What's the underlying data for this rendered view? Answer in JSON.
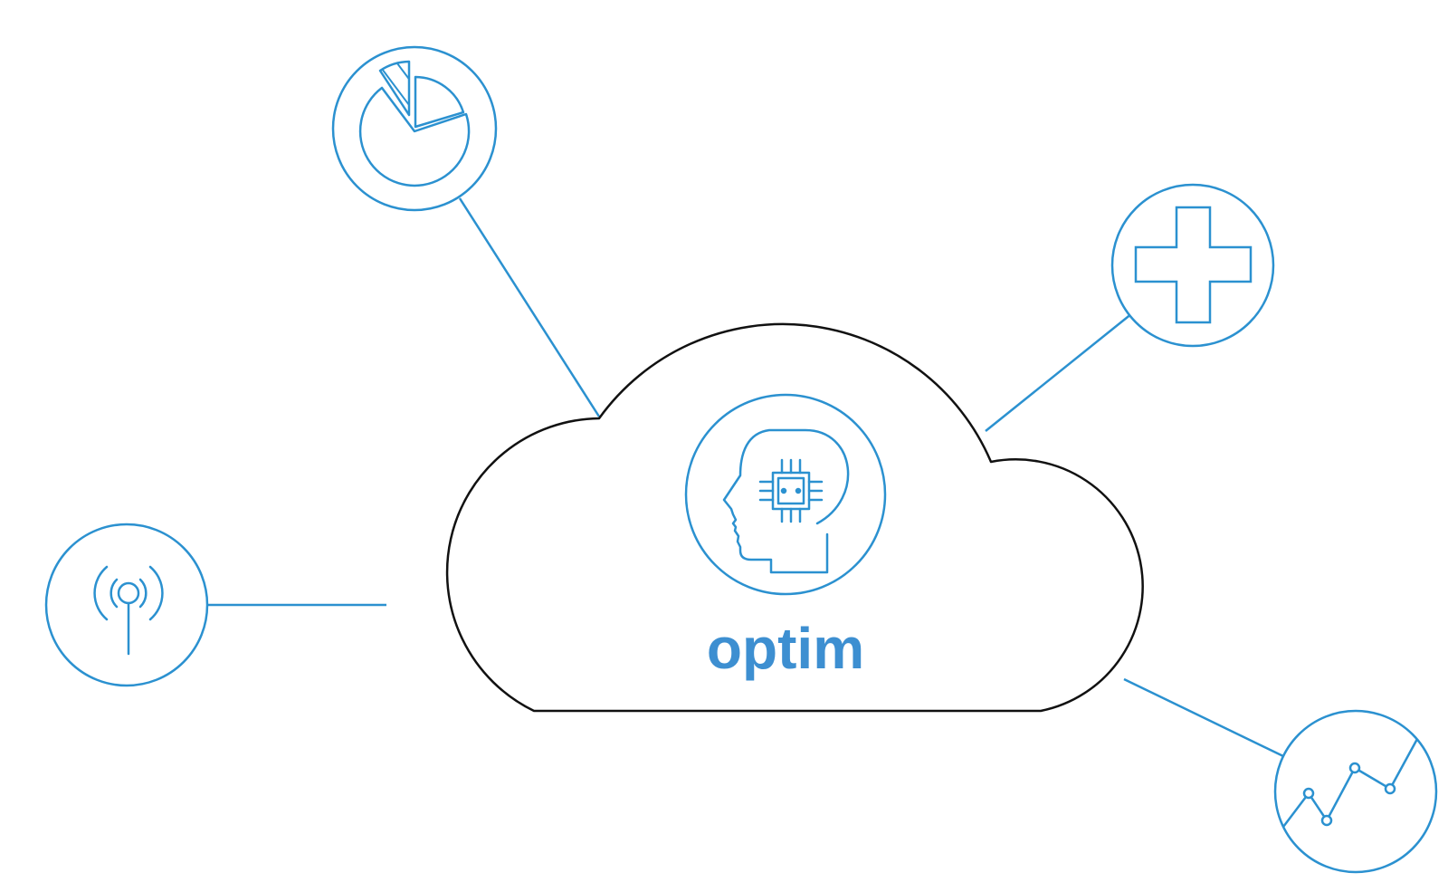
{
  "brand": {
    "name": "optim"
  },
  "colors": {
    "accent": "#2b91d0",
    "brand_text": "#3d8fd1",
    "cloud_outline": "#111111",
    "background": "#ffffff"
  },
  "hub": {
    "icon": "ai-head-chip-icon"
  },
  "nodes": [
    {
      "id": "analytics",
      "icon": "pie-chart-icon"
    },
    {
      "id": "healthcare",
      "icon": "medical-cross-icon"
    },
    {
      "id": "connectivity",
      "icon": "antenna-signal-icon"
    },
    {
      "id": "trends",
      "icon": "line-chart-icon"
    }
  ]
}
